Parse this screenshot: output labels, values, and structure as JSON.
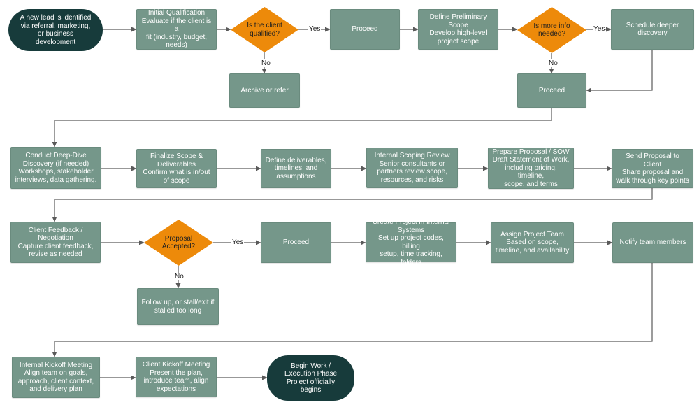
{
  "colors": {
    "process": "#75978a",
    "terminal": "#173b3b",
    "decision": "#ed8a0a",
    "connector": "#5a5a5a"
  },
  "nodes": {
    "lead": [
      "A new lead is identified",
      "via referral, marketing,",
      "or business",
      "development"
    ],
    "initial_qual": [
      "Initial Qualification",
      "Evaluate if the client is a",
      "fit (industry, budget,",
      "needs)"
    ],
    "qualified_q": [
      "Is the client",
      "qualified?"
    ],
    "proceed1": [
      "Proceed"
    ],
    "archive": [
      "Archive or refer"
    ],
    "define_scope": [
      "Define Preliminary",
      "Scope",
      "Develop high-level",
      "project scope"
    ],
    "more_info_q": [
      "Is more info",
      "needed?"
    ],
    "schedule": [
      "Schedule deeper",
      "discovery"
    ],
    "proceed2": [
      "Proceed"
    ],
    "deep_dive": [
      "Conduct Deep-Dive",
      "Discovery (if needed)",
      "Workshops, stakeholder",
      "interviews, data gathering."
    ],
    "finalize": [
      "Finalize Scope &",
      "Deliverables",
      "Confirm what is in/out",
      "of scope"
    ],
    "deliverables": [
      "Define deliverables,",
      "timelines, and",
      "assumptions"
    ],
    "internal_review": [
      "Internal Scoping Review",
      "Senior consultants or",
      "partners review scope,",
      "resources, and risks"
    ],
    "prepare_proposal": [
      "Prepare Proposal / SOW",
      "Draft Statement of Work,",
      "including pricing, timeline,",
      "scope, and terms"
    ],
    "send_proposal": [
      "Send Proposal to Client",
      "Share proposal and",
      "walk through key points"
    ],
    "feedback": [
      "Client Feedback /",
      "Negotiation",
      "Capture client feedback,",
      "revise as needed"
    ],
    "accepted_q": [
      "Proposal",
      "Accepted?"
    ],
    "proceed3": [
      "Proceed"
    ],
    "follow_up": [
      "Follow up, or stall/exit if",
      "stalled too long"
    ],
    "create_project": [
      "Create Project in Internal",
      "Systems",
      "Set up project codes, billing",
      "setup, time tracking, folders"
    ],
    "assign_team": [
      "Assign Project Team",
      "Based on scope,",
      "timeline, and availability"
    ],
    "notify": [
      "Notify team members"
    ],
    "internal_kickoff": [
      "Internal Kickoff Meeting",
      "Align team on goals,",
      "approach, client context,",
      "and delivery plan"
    ],
    "client_kickoff": [
      "Client Kickoff Meeting",
      "Present the plan,",
      "introduce team, align",
      "expectations"
    ],
    "begin_work": [
      "Begin Work /",
      "Execution Phase",
      "Project officially",
      "begins"
    ]
  },
  "edge_labels": {
    "qualified_yes": "Yes",
    "qualified_no": "No",
    "more_info_yes": "Yes",
    "more_info_no": "No",
    "accepted_yes": "Yes",
    "accepted_no": "No"
  }
}
